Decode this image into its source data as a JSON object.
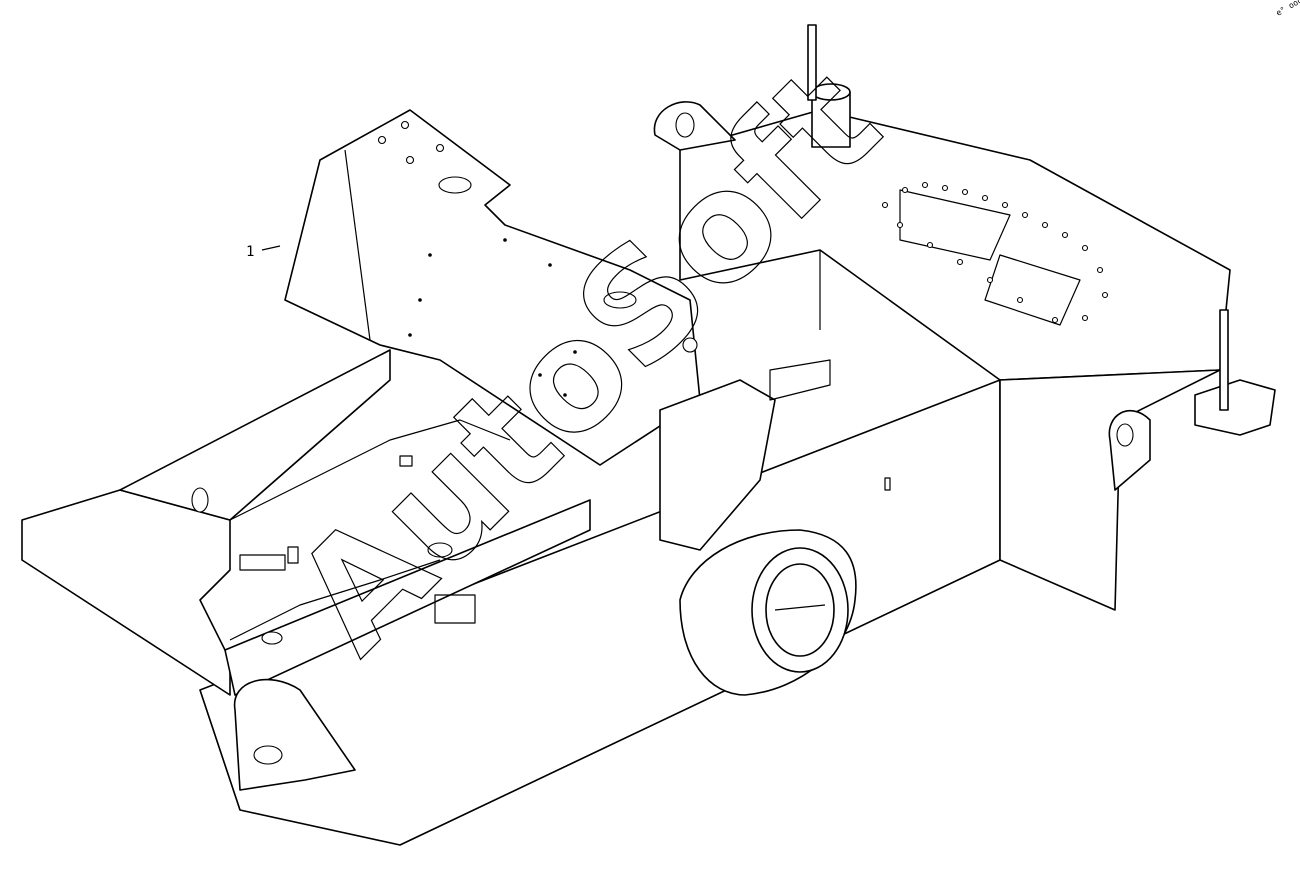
{
  "diagram": {
    "callouts": [
      {
        "id": "callout-1",
        "label": "1"
      }
    ],
    "watermark": "AutoSoft",
    "corner_mark": "e° ooo"
  }
}
